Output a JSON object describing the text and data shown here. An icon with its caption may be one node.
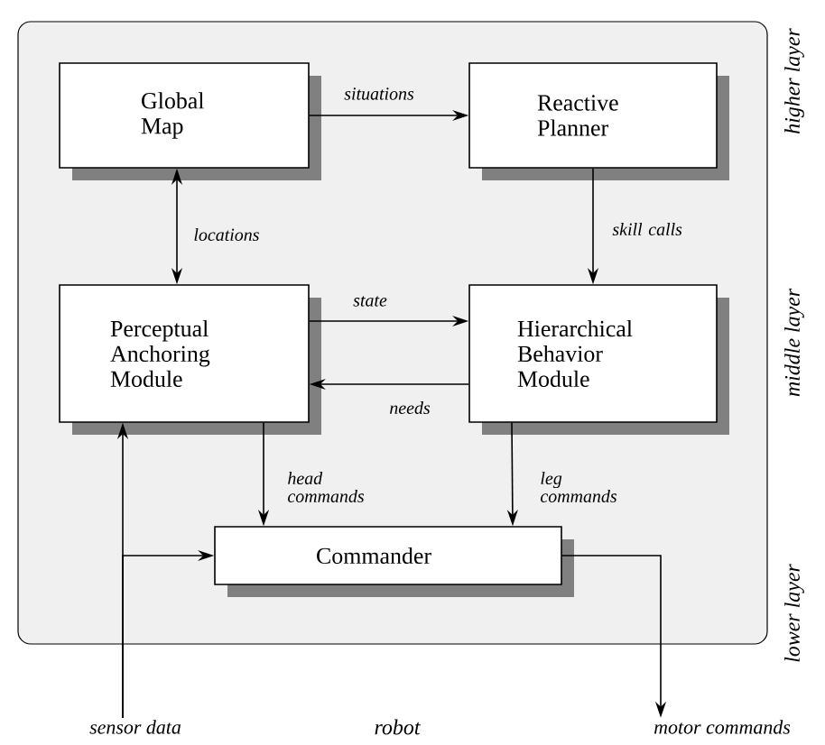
{
  "diagram": {
    "nodes": [
      {
        "text": [
          "robot"
        ]
      },
      {
        "text": [
          "Global Map"
        ],
        "in": 0
      },
      {
        "text": [
          "Reactive Planner"
        ],
        "in": 0
      },
      {
        "text": [
          "Perceptual Anchoring Module"
        ],
        "in": 0
      },
      {
        "text": [
          "Hierarchical Behavior Module"
        ],
        "in": 0
      },
      {
        "text": [
          "Commander"
        ],
        "in": 0
      },
      {
        "text": [
          "sensor data"
        ]
      },
      {
        "text": [
          "motor commands"
        ]
      }
    ],
    "edges": [
      {
        "from": 1,
        "to": 2,
        "arrow": "to",
        "label": "situations"
      },
      {
        "from": 1,
        "to": 3,
        "arrow": "both",
        "label": "locations"
      },
      {
        "from": 2,
        "to": 4,
        "arrow": "to",
        "label": "skill calls"
      },
      {
        "from": 3,
        "to": 4,
        "arrow": "to",
        "label": "state"
      },
      {
        "from": 4,
        "to": 3,
        "arrow": "to",
        "label": "needs"
      },
      {
        "from": 3,
        "to": 5,
        "arrow": "to",
        "label": "head commands"
      },
      {
        "from": 4,
        "to": 5,
        "arrow": "to",
        "label": "leg commands"
      },
      {
        "from": 6,
        "to": 3,
        "arrow": "to"
      },
      {
        "from": 6,
        "to": 5,
        "arrow": "to"
      },
      {
        "from": 5,
        "to": 7,
        "arrow": "to"
      }
    ],
    "labels": [
      "higher layer",
      "middle layer",
      "lower layer"
    ]
  }
}
